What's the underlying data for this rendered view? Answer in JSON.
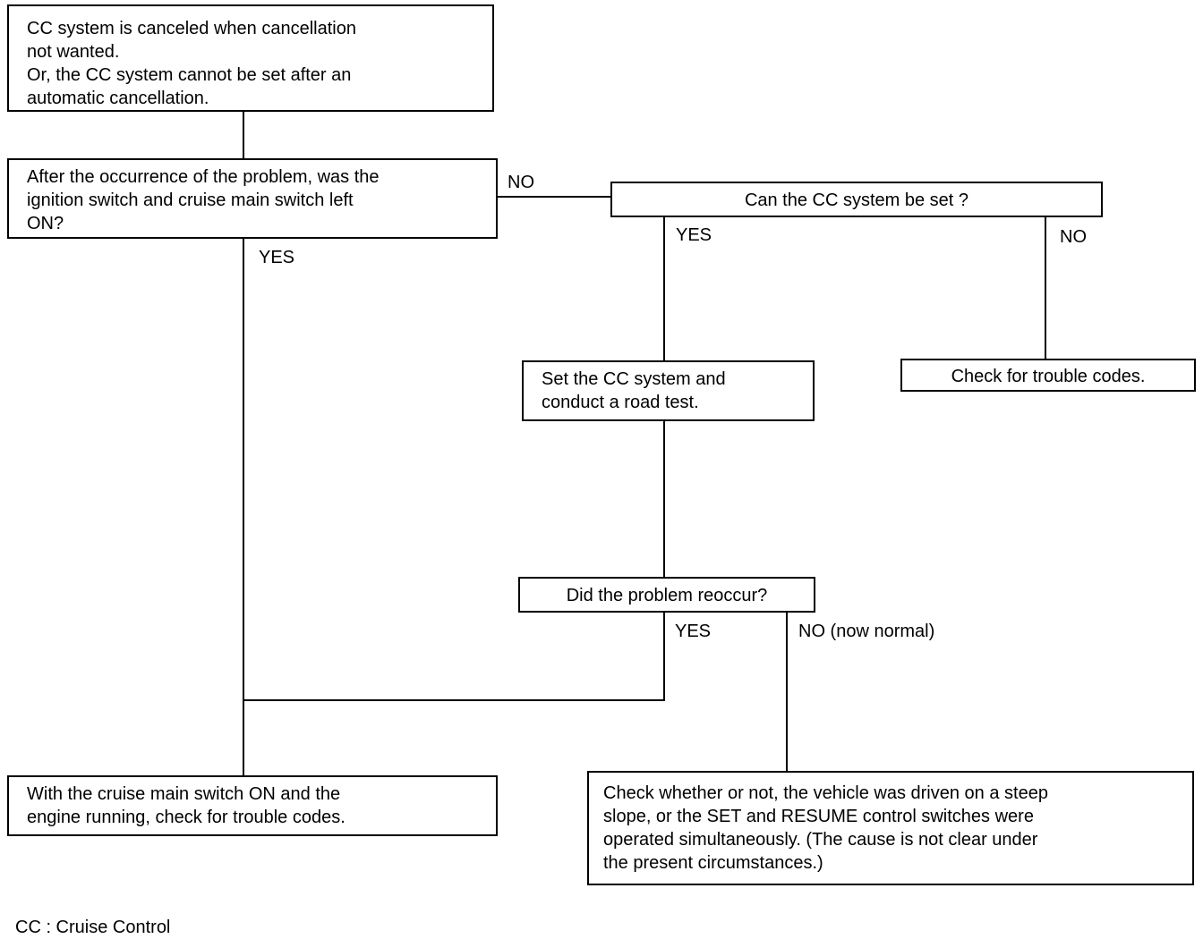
{
  "nodes": {
    "start": {
      "lines": [
        "CC system is canceled when cancellation",
        "not wanted.",
        "Or, the CC system cannot be set after an",
        "automatic cancellation."
      ]
    },
    "q_left_on": {
      "lines": [
        "After the occurrence of the problem, was the",
        "ignition switch and cruise main switch left",
        "ON?"
      ]
    },
    "q_can_set": {
      "text": "Can the CC system be set ?"
    },
    "set_road_test": {
      "lines": [
        "Set the CC system and",
        "conduct a road test."
      ]
    },
    "check_codes": {
      "text": "Check for trouble codes."
    },
    "q_reoccur": {
      "text": "Did the problem reoccur?"
    },
    "check_codes_engine": {
      "lines": [
        "With the cruise main switch ON and the",
        "engine running, check for trouble codes."
      ]
    },
    "check_steep": {
      "lines": [
        "Check whether or not, the vehicle was driven on a steep",
        "slope, or the SET and RESUME control switches were",
        "operated simultaneously. (The cause is not clear under",
        "the present circumstances.)"
      ]
    }
  },
  "edge_labels": {
    "left_on_no": "NO",
    "left_on_yes": "YES",
    "can_set_yes": "YES",
    "can_set_no": "NO",
    "reoccur_yes": "YES",
    "reoccur_no": "NO (now normal)"
  },
  "legend": "CC : Cruise Control"
}
